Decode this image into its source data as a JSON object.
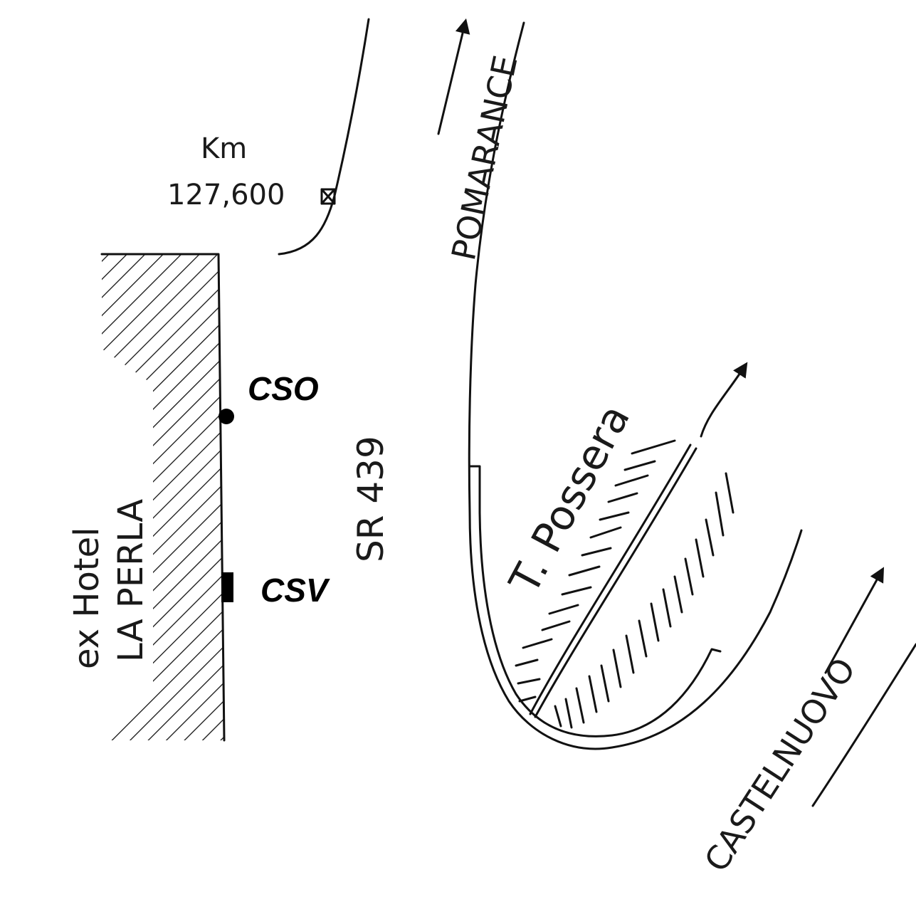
{
  "labels": {
    "km_title": "Km",
    "km_value": "127,600",
    "pomarance": "POMARANCE",
    "castelnuovo": "CASTELNUOVO",
    "road": "SR 439",
    "hotel_line1": "ex Hotel",
    "hotel_line2": "LA PERLA",
    "stream": "T. Possera",
    "station_cso": "CSO",
    "station_csv": "CSV"
  },
  "colors": {
    "ink": "#111111",
    "paper": "#ffffff"
  },
  "icons": {
    "km_marker": "boxed-x-icon",
    "cso_marker": "filled-circle-icon",
    "csv_marker": "filled-rectangle-icon",
    "direction": "arrow-icon"
  }
}
